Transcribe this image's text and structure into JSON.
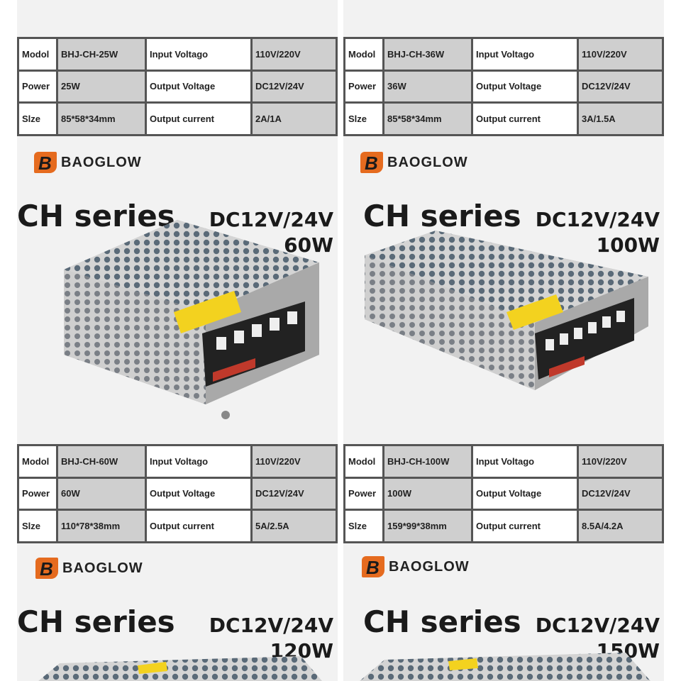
{
  "brand": "BAOGLOW",
  "brand_initial": "B",
  "series": "CH series",
  "voltage": "DC12V/24V",
  "labels": {
    "model": "Modol",
    "power": "Power",
    "size": "Slze",
    "input": "Input Voltago",
    "output_v": "Output Voltage",
    "output_c": "Output current"
  },
  "products": [
    {
      "model": "BHJ-CH-25W",
      "power": "25W",
      "size": "85*58*34mm",
      "input": "110V/220V",
      "output_v": "DC12V/24V",
      "output_c": "2A/1A"
    },
    {
      "model": "BHJ-CH-36W",
      "power": "36W",
      "size": "85*58*34mm",
      "input": "110V/220V",
      "output_v": "DC12V/24V",
      "output_c": "3A/1.5A"
    },
    {
      "model": "BHJ-CH-60W",
      "power": "60W",
      "size": "110*78*38mm",
      "input": "110V/220V",
      "output_v": "DC12V/24V",
      "output_c": "5A/2.5A"
    },
    {
      "model": "BHJ-CH-100W",
      "power": "100W",
      "size": "159*99*38mm",
      "input": "110V/220V",
      "output_v": "DC12V/24V",
      "output_c": "8.5A/4.2A"
    }
  ],
  "panels": [
    {
      "wattage": "60W"
    },
    {
      "wattage": "100W"
    },
    {
      "wattage": "120W"
    },
    {
      "wattage": "150W"
    }
  ],
  "colors": {
    "accent": "#e56b1f",
    "metal": "#c9c9c9",
    "terminal": "#222222",
    "caution": "#f3d21f"
  }
}
